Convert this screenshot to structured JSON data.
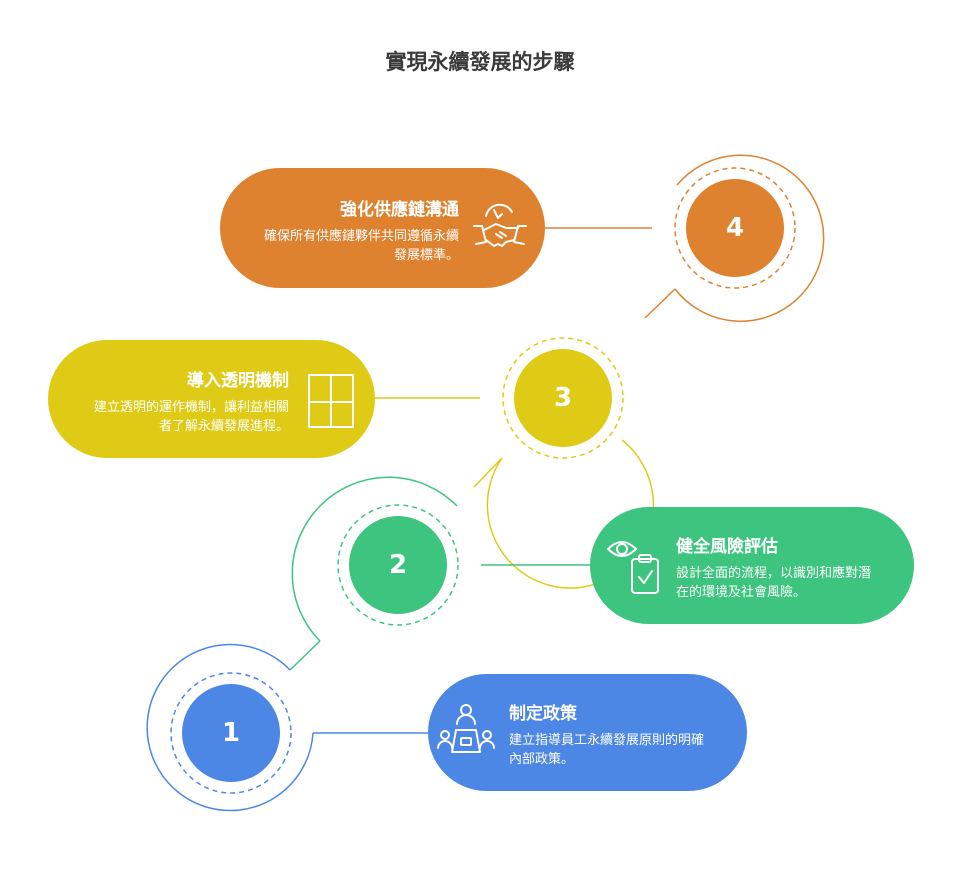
{
  "title": "實現永續發展的步驟",
  "steps": [
    {
      "number": "1",
      "title": "制定政策",
      "description": "建立指導員工永續發展原則的明確內部政策。",
      "icon": "meeting-table-icon",
      "color": "#4d87e6"
    },
    {
      "number": "2",
      "title": "健全風險評估",
      "description": "設計全面的流程，以識別和應對潛在的環境及社會風險。",
      "icon": "eye-clipboard-icon",
      "color": "#3dc47e"
    },
    {
      "number": "3",
      "title": "導入透明機制",
      "description": "建立透明的運作機制，讓利益相關者了解永續發展進程。",
      "icon": "window-grid-icon",
      "color": "#dfcb15"
    },
    {
      "number": "4",
      "title": "強化供應鏈溝通",
      "description": "確保所有供應鏈夥伴共同遵循永續發展標準。",
      "icon": "handshake-icon",
      "color": "#df8230"
    }
  ]
}
